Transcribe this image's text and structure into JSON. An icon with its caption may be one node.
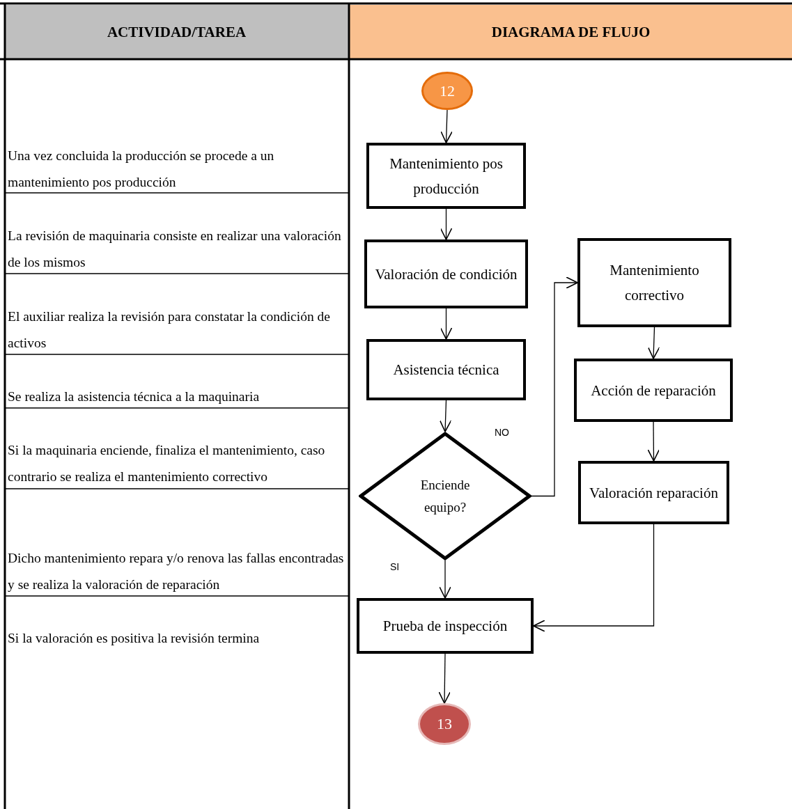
{
  "diagram": {
    "nodes": [
      {
        "text": [
          "12"
        ]
      },
      {
        "text": [
          "Mantenimiento pos producción"
        ]
      },
      {
        "text": [
          "Valoración de condición"
        ]
      },
      {
        "text": [
          "Asistencia técnica"
        ]
      },
      {
        "text": [
          "Enciende equipo?"
        ]
      },
      {
        "text": [
          "Mantenimiento correctivo"
        ]
      },
      {
        "text": [
          "Acción de reparación"
        ]
      },
      {
        "text": [
          "Valoración reparación"
        ]
      },
      {
        "text": [
          "Prueba de inspección"
        ]
      },
      {
        "text": [
          "13"
        ]
      }
    ],
    "edges": [
      {
        "from": 0,
        "to": 1,
        "arrow": "to"
      },
      {
        "from": 1,
        "to": 2,
        "arrow": "to"
      },
      {
        "from": 2,
        "to": 3,
        "arrow": "to"
      },
      {
        "from": 3,
        "to": 4,
        "arrow": "to"
      },
      {
        "from": 4,
        "to": 5,
        "arrow": "to",
        "label": "NO"
      },
      {
        "from": 5,
        "to": 6,
        "arrow": "to"
      },
      {
        "from": 6,
        "to": 7,
        "arrow": "to"
      },
      {
        "from": 4,
        "to": 8,
        "arrow": "to",
        "label": "SI"
      },
      {
        "from": 7,
        "to": 8,
        "arrow": "to"
      },
      {
        "from": 8,
        "to": 9,
        "arrow": "to"
      }
    ],
    "labels": [
      "ACTIVIDAD/TAREA",
      "DIAGRAMA DE FLUJO",
      "Una vez concluida la producción se procede a un mantenimiento pos producción",
      "La revisión de maquinaria consiste en realizar una valoración de los mismos",
      "El auxiliar realiza la revisión para constatar la condición de activos",
      "Se realiza la asistencia técnica a la maquinaria",
      "Si la maquinaria enciende, finaliza el mantenimiento, caso contrario se realiza el mantenimiento correctivo",
      "Dicho mantenimiento repara y/o renova las fallas encontradas y se realiza la valoración de reparación",
      "Si la valoración es positiva la revisión termina"
    ]
  }
}
